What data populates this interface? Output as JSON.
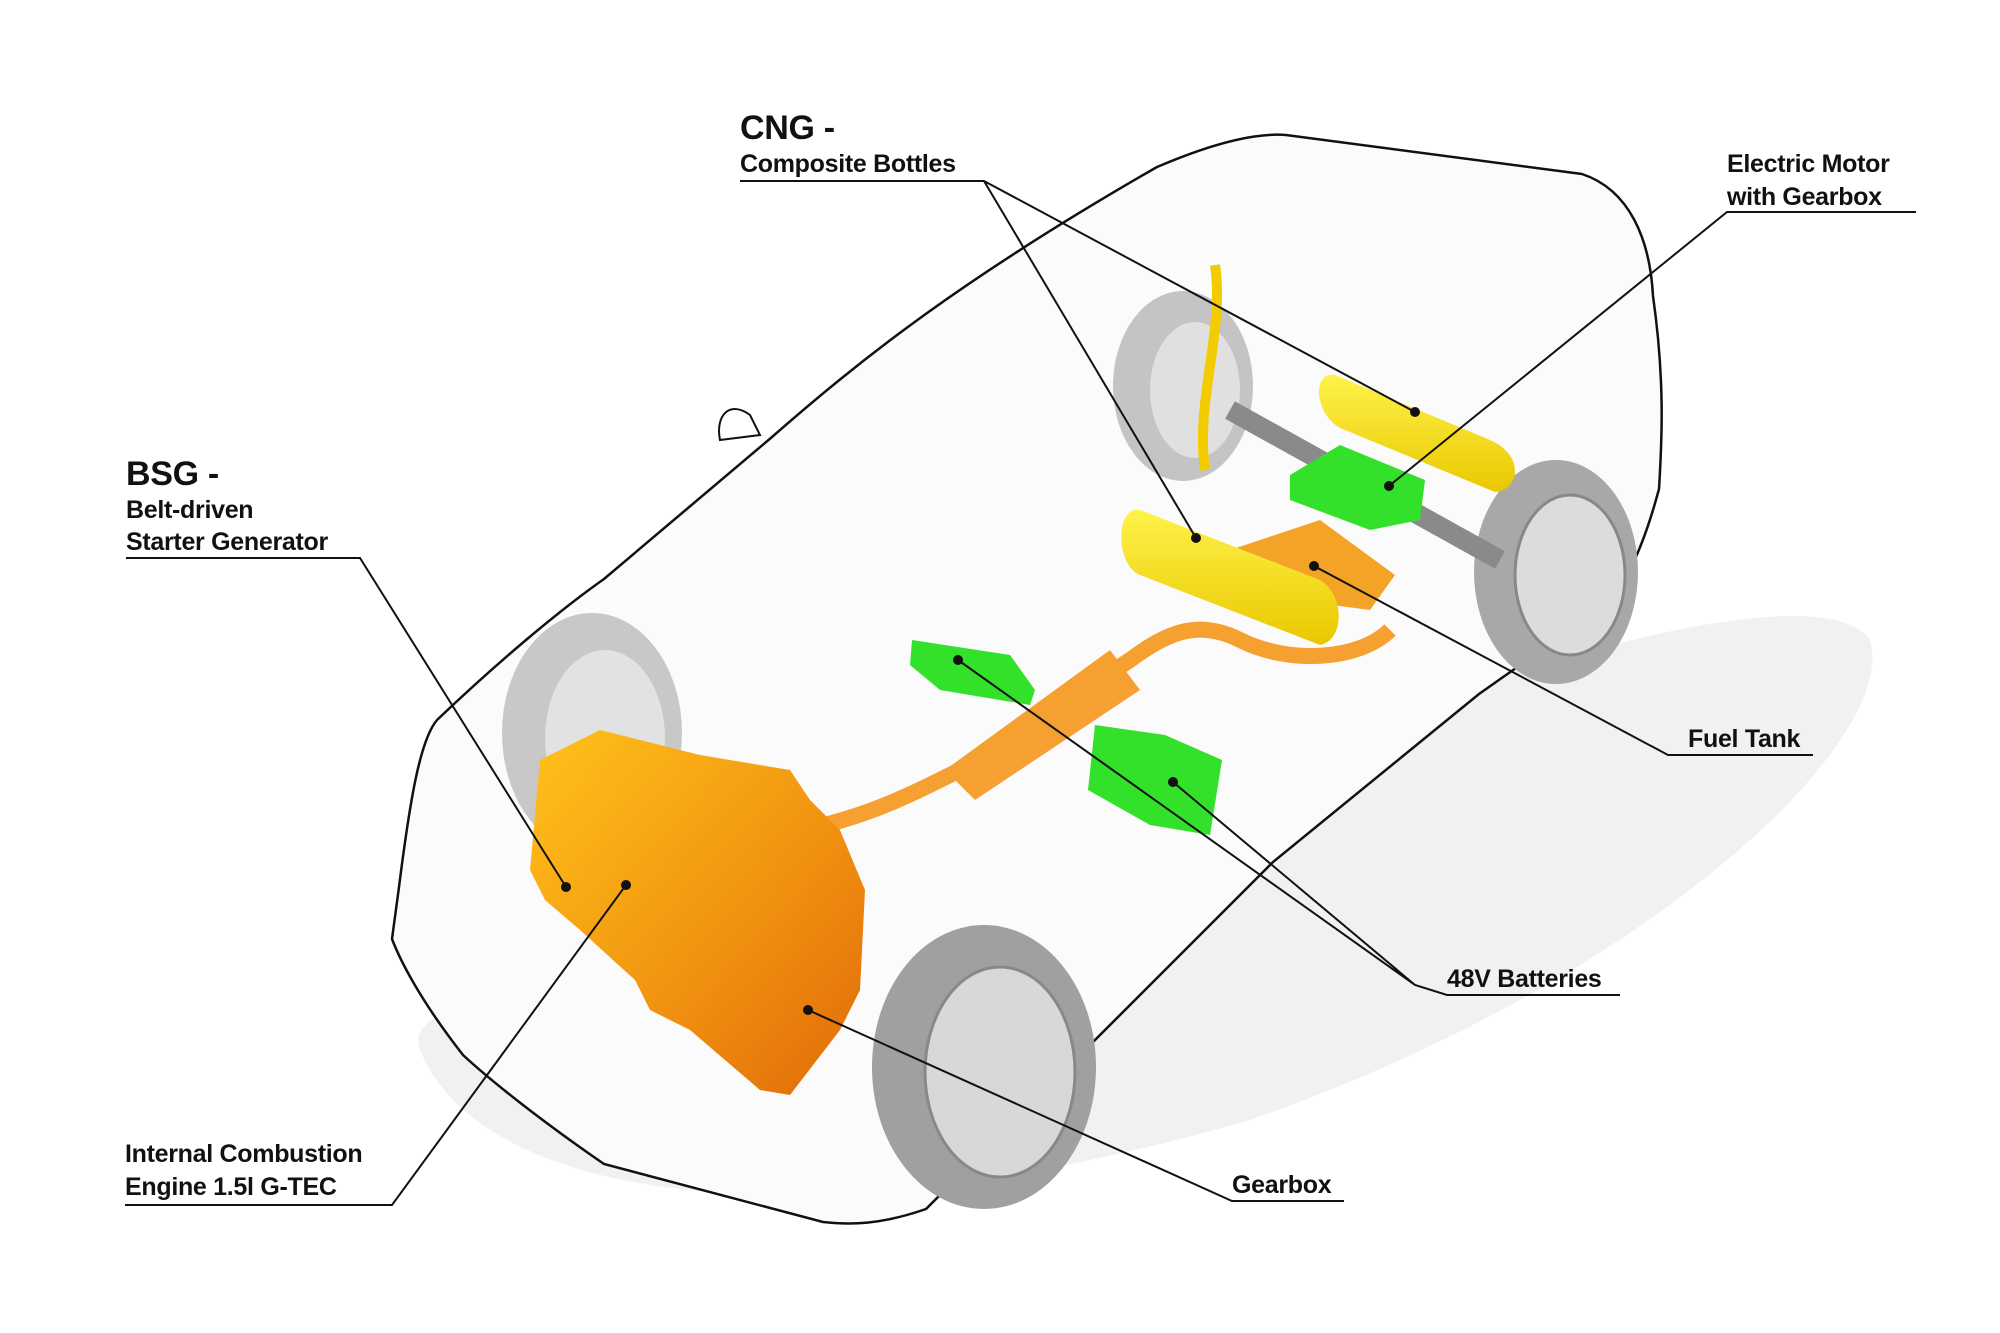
{
  "labels": {
    "cng_title": "CNG -",
    "cng_sub": "Composite Bottles",
    "motor_line1": "Electric Motor",
    "motor_line2": "with Gearbox",
    "bsg_title": "BSG -",
    "bsg_line1": "Belt-driven",
    "bsg_line2": "Starter Generator",
    "fuel_tank": "Fuel Tank",
    "batteries": "48V Batteries",
    "gearbox": "Gearbox",
    "ice_line1": "Internal Combustion",
    "ice_line2": "Engine 1.5l G-TEC"
  },
  "colors": {
    "engine": "#f29a12",
    "tank": "#f5e010",
    "battery": "#33e02a",
    "exhaust": "#f5a030",
    "wheel": "#9a9a9a"
  }
}
